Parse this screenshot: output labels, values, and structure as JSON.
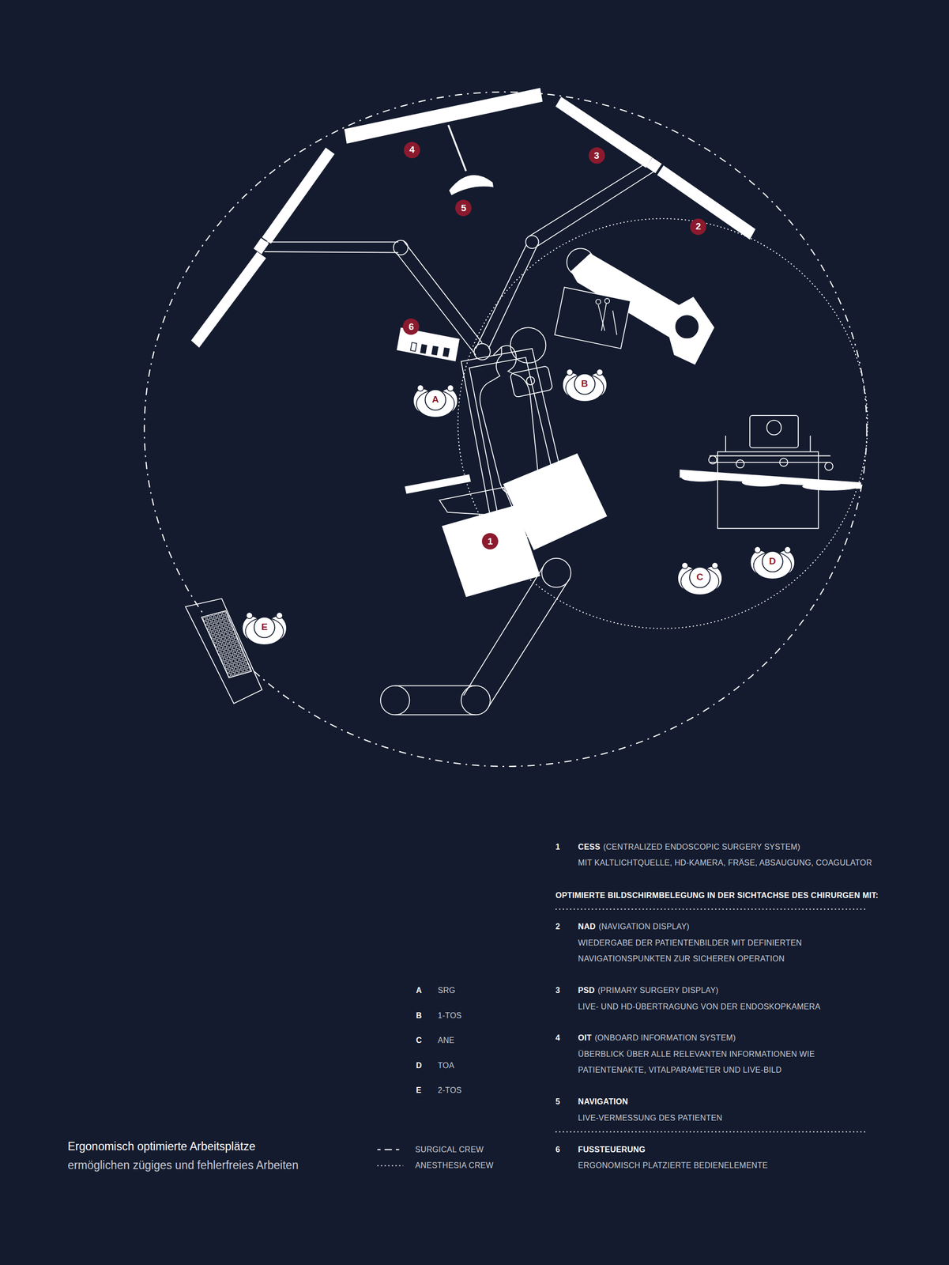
{
  "diagram": {
    "title": "Ergonomisch optimierte Arbeitsplätze",
    "caption": "ermöglichen zügiges und fehlerfreies Arbeiten",
    "nodes": [
      {
        "text": [
          "4"
        ]
      },
      {
        "text": [
          "3"
        ]
      },
      {
        "text": [
          "5"
        ]
      },
      {
        "text": [
          "2"
        ]
      },
      {
        "text": [
          "6"
        ]
      },
      {
        "text": [
          "B"
        ]
      },
      {
        "text": [
          "A"
        ]
      },
      {
        "text": [
          "1"
        ]
      },
      {
        "text": [
          "D"
        ]
      },
      {
        "text": [
          "C"
        ]
      },
      {
        "text": [
          "E"
        ]
      }
    ],
    "labels": [
      "1",
      "CESS",
      "(CENTRALIZED ENDOSCOPIC SURGERY SYSTEM)",
      "MIT KALTLICHTQUELLE, HD-KAMERA, FRÄSE, ABSAUGUNG, COAGULATOR",
      "OPTIMIERTE BILDSCHIRMBELEGUNG IN DER SICHTACHSE DES CHIRURGEN MIT:",
      "2",
      "NAD",
      "(NAVIGATION DISPLAY)",
      "WIEDERGABE DER PATIENTENBILDER MIT DEFINIERTEN NAVIGATIONSPUNKTEN ZUR SICHEREN OPERATION",
      "3",
      "PSD",
      "(PRIMARY SURGERY DISPLAY)",
      "LIVE- UND HD-ÜBERTRAGUNG VON DER ENDOSKOPKAMERA",
      "4",
      "OIT",
      "(ONBOARD INFORMATION SYSTEM)",
      "ÜBERBLICK ÜBER ALLE RELEVANTEN INFORMATIONEN WIE PATIENTENAKTE, VITALPARAMETER UND LIVE-BILD",
      "5",
      "NAVIGATION",
      "LIVE-VERMESSUNG DES PATIENTEN",
      "6",
      "FUSSTEUERUNG",
      "ERGONOMISCH PLATZIERTE BEDIENELEMENTE",
      "A",
      "SRG",
      "B",
      "1-TOS",
      "C",
      "ANE",
      "D",
      "TOA",
      "E",
      "2-TOS"
    ],
    "legend": [
      {
        "text": "SURGICAL CREW"
      },
      {
        "text": "ANESTHESIA CREW"
      }
    ]
  }
}
